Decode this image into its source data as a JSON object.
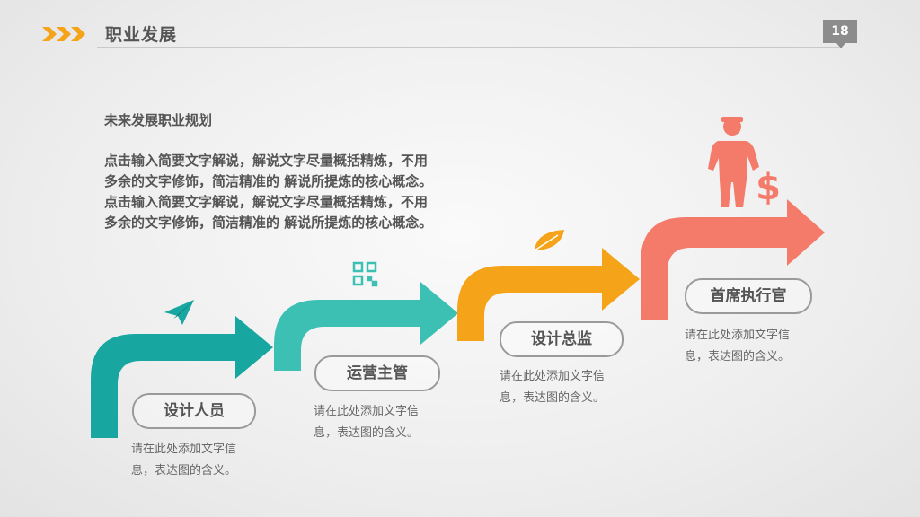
{
  "header": {
    "title": "职业发展",
    "page_number": "18"
  },
  "intro": {
    "subtitle": "未来发展职业规划",
    "paragraph_lines": [
      "点击输入简要文字解说，解说文字尽量概括精炼，不用",
      "多余的文字修饰，简洁精准的 解说所提炼的核心概念。",
      "点击输入简要文字解说，解说文字尽量概括精炼，不用",
      "多余的文字修饰，简洁精准的 解说所提炼的核心概念。"
    ]
  },
  "steps": [
    {
      "label": "设计人员",
      "desc_lines": [
        "请在此处添加文字信",
        "息，表达图的含义。"
      ],
      "color": "#17a6a0",
      "icon": "paper-plane-icon"
    },
    {
      "label": "运营主管",
      "desc_lines": [
        "请在此处添加文字信",
        "息，表达图的含义。"
      ],
      "color": "#3cc0b4",
      "icon": "qr-code-icon"
    },
    {
      "label": "设计总监",
      "desc_lines": [
        "请在此处添加文字信",
        "息，表达图的含义。"
      ],
      "color": "#f5a41a",
      "icon": "leaf-icon"
    },
    {
      "label": "首席执行官",
      "desc_lines": [
        "请在此处添加文字信",
        "息，表达图的含义。"
      ],
      "color": "#f47a6a",
      "icon": "businessman-dollar-icon"
    }
  ],
  "colors": {
    "chevrons": "#f5a41a",
    "rule": "#c9c9c9",
    "page_box": "#8c8c8c"
  }
}
